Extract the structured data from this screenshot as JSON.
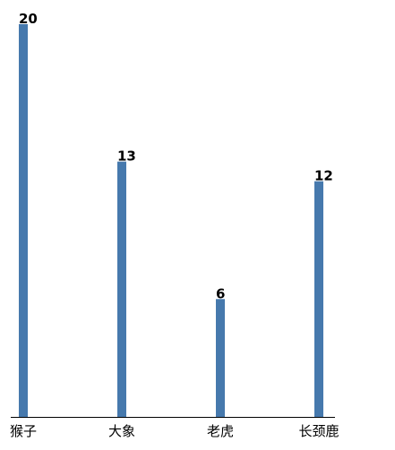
{
  "chart_data": {
    "type": "bar",
    "categories": [
      "猴子",
      "大象",
      "老虎",
      "长颈鹿"
    ],
    "values": [
      20,
      13,
      6,
      12
    ],
    "title": "",
    "xlabel": "",
    "ylabel": "",
    "ylim": [
      0,
      20
    ],
    "grid": false,
    "legend": "none",
    "bar_color": "#4679ad",
    "show_value_labels": true
  }
}
